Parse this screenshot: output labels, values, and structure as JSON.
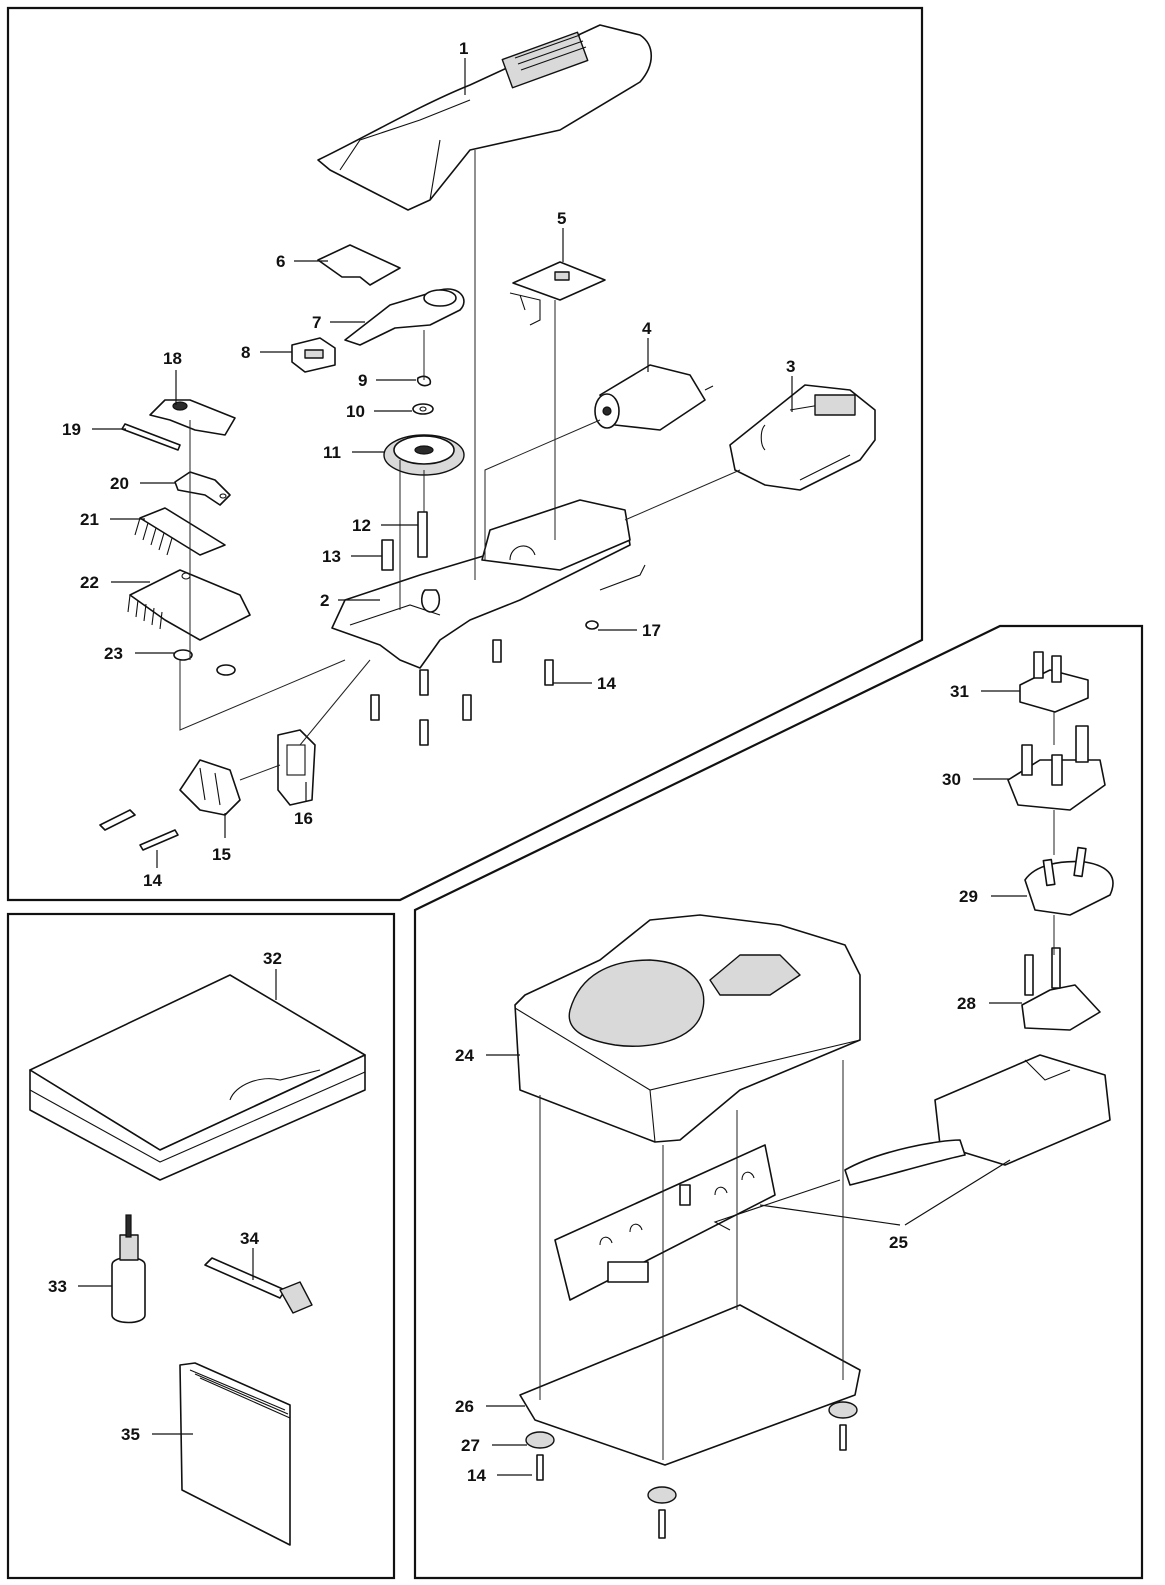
{
  "diagram": {
    "callouts": [
      {
        "id": "1",
        "label": "1"
      },
      {
        "id": "2",
        "label": "2"
      },
      {
        "id": "3",
        "label": "3"
      },
      {
        "id": "4",
        "label": "4"
      },
      {
        "id": "5",
        "label": "5"
      },
      {
        "id": "6",
        "label": "6"
      },
      {
        "id": "7",
        "label": "7"
      },
      {
        "id": "8",
        "label": "8"
      },
      {
        "id": "9",
        "label": "9"
      },
      {
        "id": "10",
        "label": "10"
      },
      {
        "id": "11",
        "label": "11"
      },
      {
        "id": "12",
        "label": "12"
      },
      {
        "id": "13",
        "label": "13"
      },
      {
        "id": "14a",
        "label": "14"
      },
      {
        "id": "14b",
        "label": "14"
      },
      {
        "id": "14c",
        "label": "14"
      },
      {
        "id": "15",
        "label": "15"
      },
      {
        "id": "16",
        "label": "16"
      },
      {
        "id": "17",
        "label": "17"
      },
      {
        "id": "18",
        "label": "18"
      },
      {
        "id": "19",
        "label": "19"
      },
      {
        "id": "20",
        "label": "20"
      },
      {
        "id": "21",
        "label": "21"
      },
      {
        "id": "22",
        "label": "22"
      },
      {
        "id": "23",
        "label": "23"
      },
      {
        "id": "24",
        "label": "24"
      },
      {
        "id": "25",
        "label": "25"
      },
      {
        "id": "26",
        "label": "26"
      },
      {
        "id": "27",
        "label": "27"
      },
      {
        "id": "28",
        "label": "28"
      },
      {
        "id": "29",
        "label": "29"
      },
      {
        "id": "30",
        "label": "30"
      },
      {
        "id": "31",
        "label": "31"
      },
      {
        "id": "32",
        "label": "32"
      },
      {
        "id": "33",
        "label": "33"
      },
      {
        "id": "34",
        "label": "34"
      },
      {
        "id": "35",
        "label": "35"
      }
    ]
  }
}
